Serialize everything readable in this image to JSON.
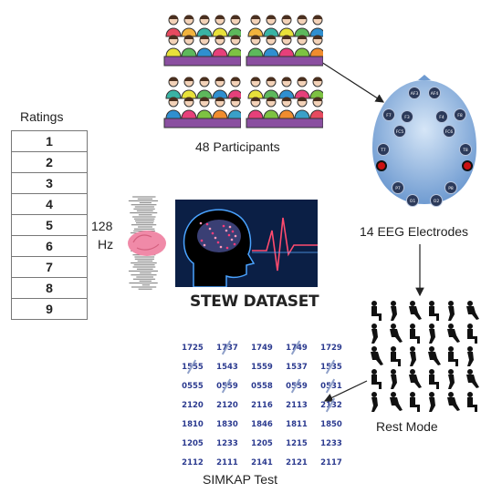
{
  "ratings": {
    "title": "Ratings",
    "values": [
      "1",
      "2",
      "3",
      "4",
      "5",
      "6",
      "7",
      "8",
      "9"
    ]
  },
  "participants": {
    "label": "48 Participants"
  },
  "eeg": {
    "label": "14 EEG Electrodes",
    "electrodes": [
      "AF3",
      "AF4",
      "F7",
      "F3",
      "F4",
      "F8",
      "FC5",
      "FC6",
      "T7",
      "T8",
      "P7",
      "P8",
      "O1",
      "O2"
    ]
  },
  "sampling": {
    "rate": "128",
    "unit": "Hz"
  },
  "dataset": {
    "label": "STEW DATASET"
  },
  "rest": {
    "label": "Rest Mode"
  },
  "simkap": {
    "label": "SIMKAP Test",
    "rows": [
      [
        "1725",
        "1737",
        "1749",
        "1749",
        "1729"
      ],
      [
        "1555",
        "1543",
        "1559",
        "1537",
        "1535"
      ],
      [
        "0555",
        "0559",
        "0558",
        "0559",
        "0531"
      ],
      [
        "2120",
        "2120",
        "2116",
        "2113",
        "2132"
      ],
      [
        "1810",
        "1830",
        "1846",
        "1811",
        "1850"
      ],
      [
        "1205",
        "1233",
        "1205",
        "1215",
        "1233"
      ],
      [
        "2112",
        "2111",
        "2141",
        "2121",
        "2117"
      ]
    ]
  },
  "colors": {
    "head": "#8fb3de",
    "dataset_bg": "#0b1f45",
    "simkap_text": "#2b3a8f"
  }
}
